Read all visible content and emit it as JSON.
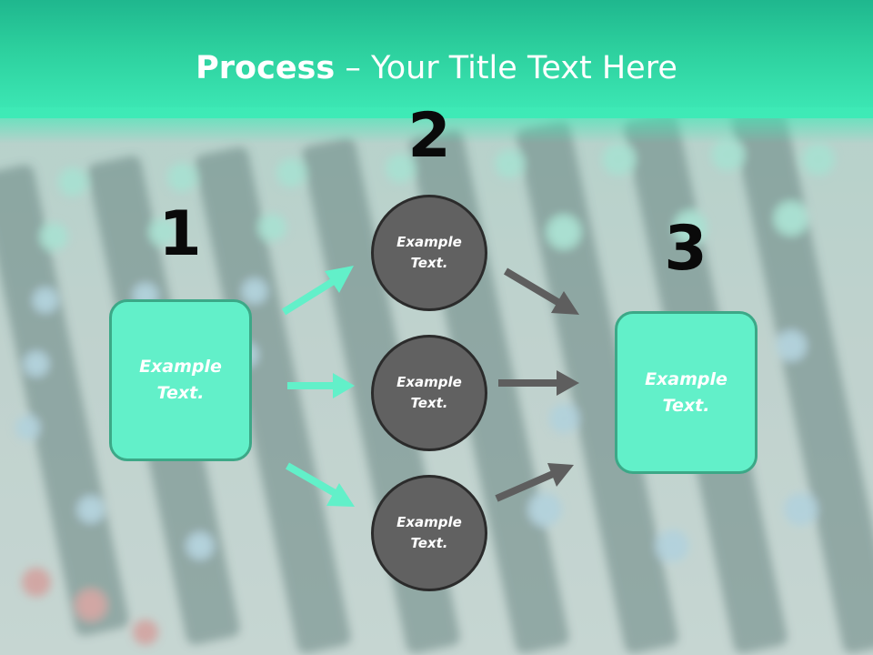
{
  "title": {
    "bold": "Process",
    "rest": " – Your Title Text Here"
  },
  "steps": {
    "one": "1",
    "two": "2",
    "three": "3"
  },
  "left_box": {
    "line1": "Example",
    "line2": "Text."
  },
  "right_box": {
    "line1": "Example",
    "line2": "Text."
  },
  "circles": [
    {
      "line1": "Example",
      "line2": "Text."
    },
    {
      "line1": "Example",
      "line2": "Text."
    },
    {
      "line1": "Example",
      "line2": "Text."
    }
  ],
  "colors": {
    "header": "#3eeab7",
    "box_fill": "#62f0c9",
    "box_border": "#3ca887",
    "circle_fill": "#616161",
    "circle_border": "#2b2b2b",
    "arrow_in": "#62f0c9",
    "arrow_out": "#5e5e5e"
  }
}
